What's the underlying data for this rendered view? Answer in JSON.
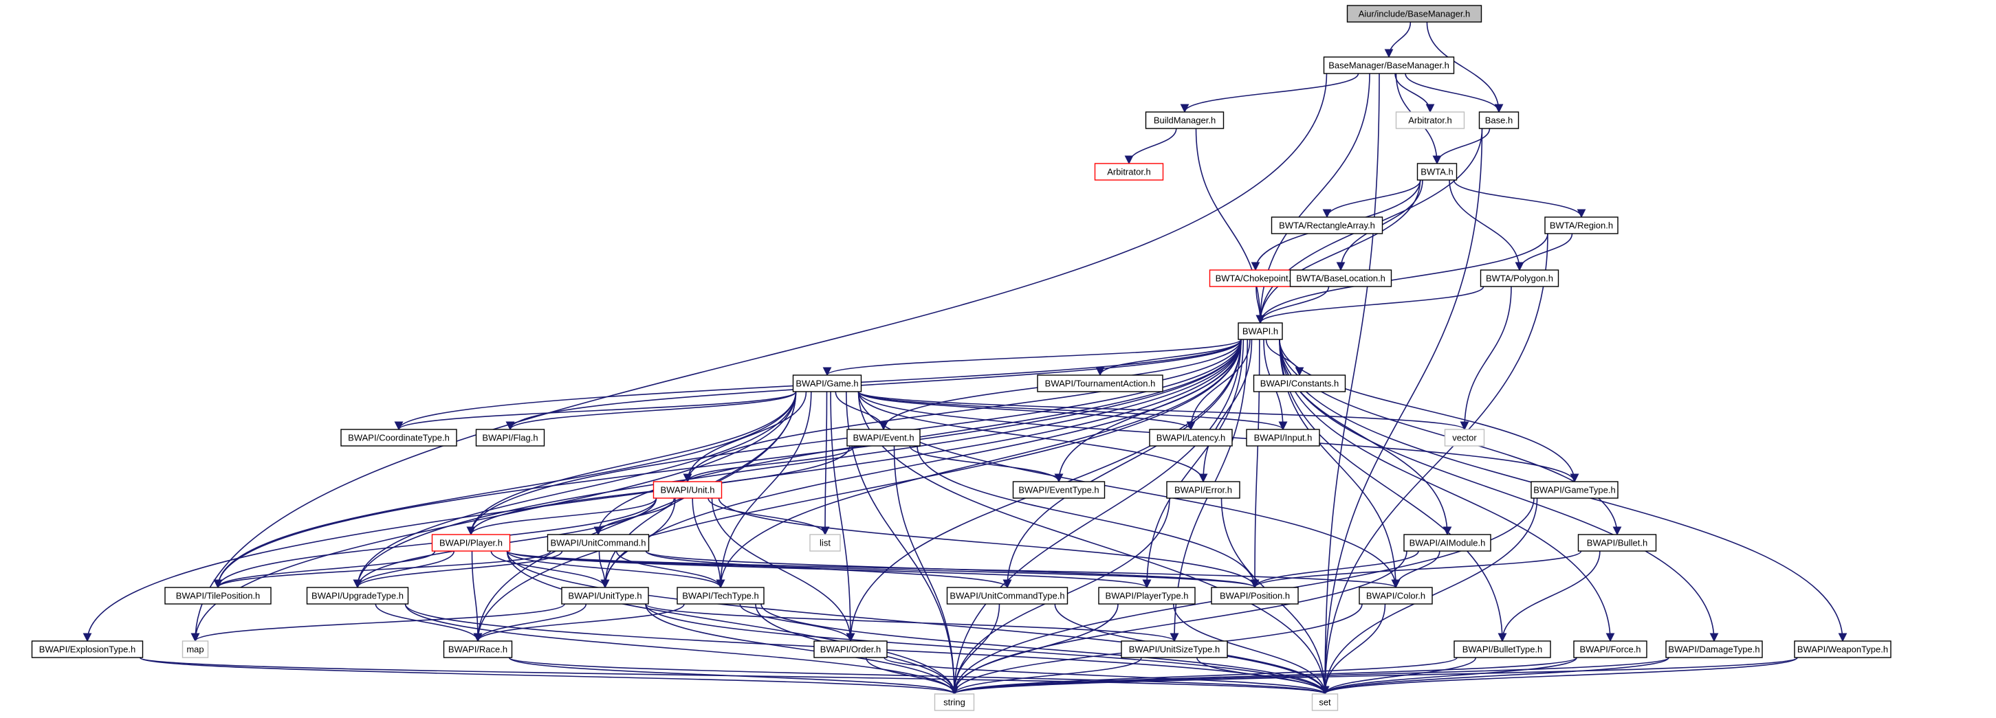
{
  "nodes": [
    {
      "id": "root",
      "label": "Aiur/include/BaseManager.h",
      "style": "root",
      "interactable": true
    },
    {
      "id": "bm_bm",
      "label": "BaseManager/BaseManager.h",
      "style": "normal",
      "interactable": true
    },
    {
      "id": "base",
      "label": "Base.h",
      "style": "normal",
      "interactable": true
    },
    {
      "id": "arb_gray",
      "label": "Arbitrator.h",
      "style": "gray",
      "interactable": false
    },
    {
      "id": "buildmgr",
      "label": "BuildManager.h",
      "style": "normal",
      "interactable": true
    },
    {
      "id": "arb_red",
      "label": "Arbitrator.h",
      "style": "red",
      "interactable": true
    },
    {
      "id": "bwta",
      "label": "BWTA.h",
      "style": "normal",
      "interactable": true
    },
    {
      "id": "rectarray",
      "label": "BWTA/RectangleArray.h",
      "style": "normal",
      "interactable": true
    },
    {
      "id": "region",
      "label": "BWTA/Region.h",
      "style": "normal",
      "interactable": true
    },
    {
      "id": "chokepoint",
      "label": "BWTA/Chokepoint.h",
      "style": "red",
      "interactable": true
    },
    {
      "id": "baseloc",
      "label": "BWTA/BaseLocation.h",
      "style": "normal",
      "interactable": true
    },
    {
      "id": "polygon",
      "label": "BWTA/Polygon.h",
      "style": "normal",
      "interactable": true
    },
    {
      "id": "bwapi",
      "label": "BWAPI.h",
      "style": "normal",
      "interactable": true
    },
    {
      "id": "game",
      "label": "BWAPI/Game.h",
      "style": "normal",
      "interactable": true
    },
    {
      "id": "tourn",
      "label": "BWAPI/TournamentAction.h",
      "style": "normal",
      "interactable": true
    },
    {
      "id": "constants",
      "label": "BWAPI/Constants.h",
      "style": "normal",
      "interactable": true
    },
    {
      "id": "coordtype",
      "label": "BWAPI/CoordinateType.h",
      "style": "normal",
      "interactable": true
    },
    {
      "id": "flag",
      "label": "BWAPI/Flag.h",
      "style": "normal",
      "interactable": true
    },
    {
      "id": "event",
      "label": "BWAPI/Event.h",
      "style": "normal",
      "interactable": true
    },
    {
      "id": "latency",
      "label": "BWAPI/Latency.h",
      "style": "normal",
      "interactable": true
    },
    {
      "id": "input",
      "label": "BWAPI/Input.h",
      "style": "normal",
      "interactable": true
    },
    {
      "id": "vector",
      "label": "vector",
      "style": "gray",
      "interactable": false
    },
    {
      "id": "unit",
      "label": "BWAPI/Unit.h",
      "style": "red",
      "interactable": true
    },
    {
      "id": "eventtype",
      "label": "BWAPI/EventType.h",
      "style": "normal",
      "interactable": true
    },
    {
      "id": "error",
      "label": "BWAPI/Error.h",
      "style": "normal",
      "interactable": true
    },
    {
      "id": "gametype",
      "label": "BWAPI/GameType.h",
      "style": "normal",
      "interactable": true
    },
    {
      "id": "list",
      "label": "list",
      "style": "gray",
      "interactable": false
    },
    {
      "id": "player",
      "label": "BWAPI/Player.h",
      "style": "red",
      "interactable": true
    },
    {
      "id": "unitcommand",
      "label": "BWAPI/UnitCommand.h",
      "style": "normal",
      "interactable": true
    },
    {
      "id": "aimodule",
      "label": "BWAPI/AIModule.h",
      "style": "normal",
      "interactable": true
    },
    {
      "id": "bullet",
      "label": "BWAPI/Bullet.h",
      "style": "normal",
      "interactable": true
    },
    {
      "id": "tilepos",
      "label": "BWAPI/TilePosition.h",
      "style": "normal",
      "interactable": true
    },
    {
      "id": "upgradetype",
      "label": "BWAPI/UpgradeType.h",
      "style": "normal",
      "interactable": true
    },
    {
      "id": "unittype",
      "label": "BWAPI/UnitType.h",
      "style": "normal",
      "interactable": true
    },
    {
      "id": "techtype",
      "label": "BWAPI/TechType.h",
      "style": "normal",
      "interactable": true
    },
    {
      "id": "ucmdtype",
      "label": "BWAPI/UnitCommandType.h",
      "style": "normal",
      "interactable": true
    },
    {
      "id": "playertype",
      "label": "BWAPI/PlayerType.h",
      "style": "normal",
      "interactable": true
    },
    {
      "id": "position",
      "label": "BWAPI/Position.h",
      "style": "normal",
      "interactable": true
    },
    {
      "id": "color",
      "label": "BWAPI/Color.h",
      "style": "normal",
      "interactable": true
    },
    {
      "id": "explosion",
      "label": "BWAPI/ExplosionType.h",
      "style": "normal",
      "interactable": true
    },
    {
      "id": "map",
      "label": "map",
      "style": "gray",
      "interactable": false
    },
    {
      "id": "race",
      "label": "BWAPI/Race.h",
      "style": "normal",
      "interactable": true
    },
    {
      "id": "order",
      "label": "BWAPI/Order.h",
      "style": "normal",
      "interactable": true
    },
    {
      "id": "unitsize",
      "label": "BWAPI/UnitSizeType.h",
      "style": "normal",
      "interactable": true
    },
    {
      "id": "bullettype",
      "label": "BWAPI/BulletType.h",
      "style": "normal",
      "interactable": true
    },
    {
      "id": "force",
      "label": "BWAPI/Force.h",
      "style": "normal",
      "interactable": true
    },
    {
      "id": "damagetype",
      "label": "BWAPI/DamageType.h",
      "style": "normal",
      "interactable": true
    },
    {
      "id": "weapontype",
      "label": "BWAPI/WeaponType.h",
      "style": "normal",
      "interactable": true
    },
    {
      "id": "string",
      "label": "string",
      "style": "gray",
      "interactable": false
    },
    {
      "id": "set",
      "label": "set",
      "style": "gray",
      "interactable": false
    }
  ],
  "edges": [
    [
      "root",
      "bm_bm"
    ],
    [
      "root",
      "base"
    ],
    [
      "bm_bm",
      "buildmgr"
    ],
    [
      "bm_bm",
      "arb_gray"
    ],
    [
      "bm_bm",
      "base"
    ],
    [
      "bm_bm",
      "bwta"
    ],
    [
      "bm_bm",
      "bwapi"
    ],
    [
      "bm_bm",
      "map"
    ],
    [
      "bm_bm",
      "set"
    ],
    [
      "buildmgr",
      "arb_red"
    ],
    [
      "buildmgr",
      "bwapi"
    ],
    [
      "base",
      "bwta"
    ],
    [
      "base",
      "bwapi"
    ],
    [
      "base",
      "set"
    ],
    [
      "bwta",
      "rectarray"
    ],
    [
      "bwta",
      "region"
    ],
    [
      "bwta",
      "chokepoint"
    ],
    [
      "bwta",
      "baseloc"
    ],
    [
      "bwta",
      "polygon"
    ],
    [
      "bwta",
      "bwapi"
    ],
    [
      "region",
      "polygon"
    ],
    [
      "region",
      "bwapi"
    ],
    [
      "region",
      "set"
    ],
    [
      "chokepoint",
      "bwapi"
    ],
    [
      "baseloc",
      "bwapi"
    ],
    [
      "polygon",
      "bwapi"
    ],
    [
      "polygon",
      "vector"
    ],
    [
      "bwapi",
      "game"
    ],
    [
      "bwapi",
      "tourn"
    ],
    [
      "bwapi",
      "constants"
    ],
    [
      "bwapi",
      "coordtype"
    ],
    [
      "bwapi",
      "flag"
    ],
    [
      "bwapi",
      "event"
    ],
    [
      "bwapi",
      "latency"
    ],
    [
      "bwapi",
      "input"
    ],
    [
      "bwapi",
      "unit"
    ],
    [
      "bwapi",
      "eventtype"
    ],
    [
      "bwapi",
      "error"
    ],
    [
      "bwapi",
      "gametype"
    ],
    [
      "bwapi",
      "player"
    ],
    [
      "bwapi",
      "unitcommand"
    ],
    [
      "bwapi",
      "aimodule"
    ],
    [
      "bwapi",
      "bullet"
    ],
    [
      "bwapi",
      "tilepos"
    ],
    [
      "bwapi",
      "upgradetype"
    ],
    [
      "bwapi",
      "unittype"
    ],
    [
      "bwapi",
      "techtype"
    ],
    [
      "bwapi",
      "ucmdtype"
    ],
    [
      "bwapi",
      "playertype"
    ],
    [
      "bwapi",
      "position"
    ],
    [
      "bwapi",
      "color"
    ],
    [
      "bwapi",
      "explosion"
    ],
    [
      "bwapi",
      "race"
    ],
    [
      "bwapi",
      "order"
    ],
    [
      "bwapi",
      "unitsize"
    ],
    [
      "bwapi",
      "bullettype"
    ],
    [
      "bwapi",
      "force"
    ],
    [
      "bwapi",
      "damagetype"
    ],
    [
      "bwapi",
      "weapontype"
    ],
    [
      "bwapi",
      "string"
    ],
    [
      "game",
      "coordtype"
    ],
    [
      "game",
      "flag"
    ],
    [
      "game",
      "event"
    ],
    [
      "game",
      "latency"
    ],
    [
      "game",
      "input"
    ],
    [
      "game",
      "vector"
    ],
    [
      "game",
      "unit"
    ],
    [
      "game",
      "error"
    ],
    [
      "game",
      "gametype"
    ],
    [
      "game",
      "list"
    ],
    [
      "game",
      "player"
    ],
    [
      "game",
      "tilepos"
    ],
    [
      "game",
      "upgradetype"
    ],
    [
      "game",
      "unittype"
    ],
    [
      "game",
      "techtype"
    ],
    [
      "game",
      "order"
    ],
    [
      "game",
      "race"
    ],
    [
      "game",
      "color"
    ],
    [
      "game",
      "map"
    ],
    [
      "game",
      "set"
    ],
    [
      "game",
      "string"
    ],
    [
      "event",
      "unit"
    ],
    [
      "event",
      "eventtype"
    ],
    [
      "event",
      "player"
    ],
    [
      "event",
      "position"
    ],
    [
      "event",
      "string"
    ],
    [
      "unit",
      "list"
    ],
    [
      "unit",
      "unitcommand"
    ],
    [
      "unit",
      "tilepos"
    ],
    [
      "unit",
      "upgradetype"
    ],
    [
      "unit",
      "unittype"
    ],
    [
      "unit",
      "techtype"
    ],
    [
      "unit",
      "order"
    ],
    [
      "unit",
      "position"
    ],
    [
      "unit",
      "player"
    ],
    [
      "error",
      "string"
    ],
    [
      "error",
      "set"
    ],
    [
      "gametype",
      "string"
    ],
    [
      "gametype",
      "set"
    ],
    [
      "player",
      "tilepos"
    ],
    [
      "player",
      "upgradetype"
    ],
    [
      "player",
      "unittype"
    ],
    [
      "player",
      "techtype"
    ],
    [
      "player",
      "race"
    ],
    [
      "player",
      "playertype"
    ],
    [
      "player",
      "position"
    ],
    [
      "player",
      "color"
    ],
    [
      "player",
      "string"
    ],
    [
      "player",
      "set"
    ],
    [
      "unitcommand",
      "tilepos"
    ],
    [
      "unitcommand",
      "upgradetype"
    ],
    [
      "unitcommand",
      "unittype"
    ],
    [
      "unitcommand",
      "techtype"
    ],
    [
      "unitcommand",
      "ucmdtype"
    ],
    [
      "unitcommand",
      "position"
    ],
    [
      "aimodule",
      "position"
    ],
    [
      "aimodule",
      "color"
    ],
    [
      "aimodule",
      "string"
    ],
    [
      "bullet",
      "position"
    ],
    [
      "bullet",
      "bullettype"
    ],
    [
      "upgradetype",
      "race"
    ],
    [
      "upgradetype",
      "string"
    ],
    [
      "upgradetype",
      "set"
    ],
    [
      "unittype",
      "race"
    ],
    [
      "unittype",
      "unitsize"
    ],
    [
      "unittype",
      "map"
    ],
    [
      "unittype",
      "string"
    ],
    [
      "unittype",
      "set"
    ],
    [
      "techtype",
      "race"
    ],
    [
      "techtype",
      "order"
    ],
    [
      "techtype",
      "string"
    ],
    [
      "techtype",
      "set"
    ],
    [
      "ucmdtype",
      "string"
    ],
    [
      "ucmdtype",
      "set"
    ],
    [
      "playertype",
      "string"
    ],
    [
      "playertype",
      "set"
    ],
    [
      "color",
      "set"
    ],
    [
      "color",
      "string"
    ],
    [
      "explosion",
      "string"
    ],
    [
      "explosion",
      "set"
    ],
    [
      "race",
      "string"
    ],
    [
      "race",
      "set"
    ],
    [
      "order",
      "string"
    ],
    [
      "order",
      "set"
    ],
    [
      "unitsize",
      "string"
    ],
    [
      "unitsize",
      "set"
    ],
    [
      "bullettype",
      "string"
    ],
    [
      "bullettype",
      "set"
    ],
    [
      "force",
      "string"
    ],
    [
      "force",
      "set"
    ],
    [
      "damagetype",
      "string"
    ],
    [
      "damagetype",
      "set"
    ],
    [
      "weapontype",
      "string"
    ],
    [
      "weapontype",
      "set"
    ]
  ]
}
